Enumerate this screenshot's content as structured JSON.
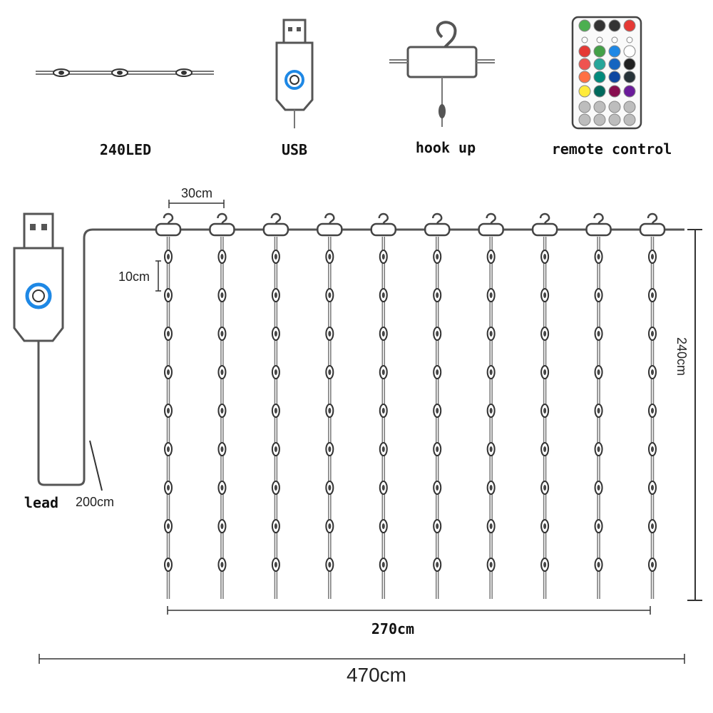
{
  "icons": {
    "led": {
      "label": "240LED",
      "icon": "led-string-icon"
    },
    "usb": {
      "label": "USB",
      "icon": "usb-plug-icon"
    },
    "hook": {
      "label": "hook up",
      "icon": "hook-icon"
    },
    "remote": {
      "label": "remote control",
      "icon": "remote-control-icon"
    }
  },
  "remote_colors": [
    [
      "#4caf50",
      "#333333",
      "#333333",
      "#e53935"
    ],
    [
      "#ffffff",
      "#ffffff",
      "#ffffff",
      "#ffffff"
    ],
    [
      "#e53935",
      "#43a047",
      "#1e88e5",
      "#ffffff"
    ],
    [
      "#ef5350",
      "#26a69a",
      "#1565c0",
      "#212121"
    ],
    [
      "#ff7043",
      "#00897b",
      "#0d47a1",
      "#263238"
    ],
    [
      "#ffeb3b",
      "#00695c",
      "#880e4f",
      "#6a1b9a"
    ],
    [
      "#bdbdbd",
      "#bdbdbd",
      "#bdbdbd",
      "#bdbdbd"
    ],
    [
      "#bdbdbd",
      "#bdbdbd",
      "#bdbdbd",
      "#bdbdbd"
    ]
  ],
  "diagram": {
    "lead_label": "lead",
    "lead_length": "200cm",
    "spacing_label": "30cm",
    "led_spacing_label": "10cm",
    "height_label": "240cm",
    "curtain_width_label": "270cm",
    "total_width_label": "470cm",
    "strand_count": 10,
    "leds_per_strand": 9
  },
  "colors": {
    "wire": "#555555",
    "usb_ring": "#1e88e5"
  }
}
